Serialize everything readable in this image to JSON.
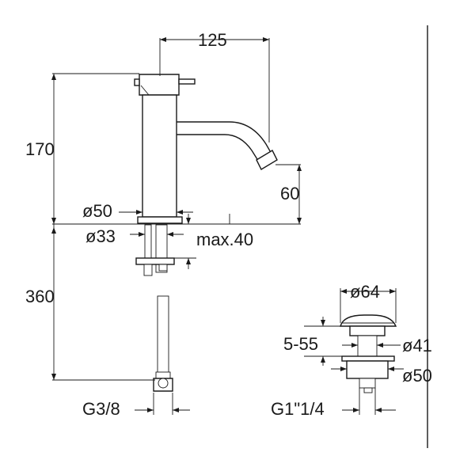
{
  "dimensions": {
    "spout_reach": "125",
    "body_height": "170",
    "spout_height": "60",
    "body_diameter": "ø50",
    "hole_diameter": "ø33",
    "max_thickness": "max.40",
    "hose_length": "360",
    "hose_thread": "G3/8",
    "waste_cap_diameter": "ø64",
    "waste_range": "5-55",
    "waste_flange_diameter": "ø41",
    "waste_body_diameter": "ø50",
    "waste_thread": "G1\"1/4"
  }
}
